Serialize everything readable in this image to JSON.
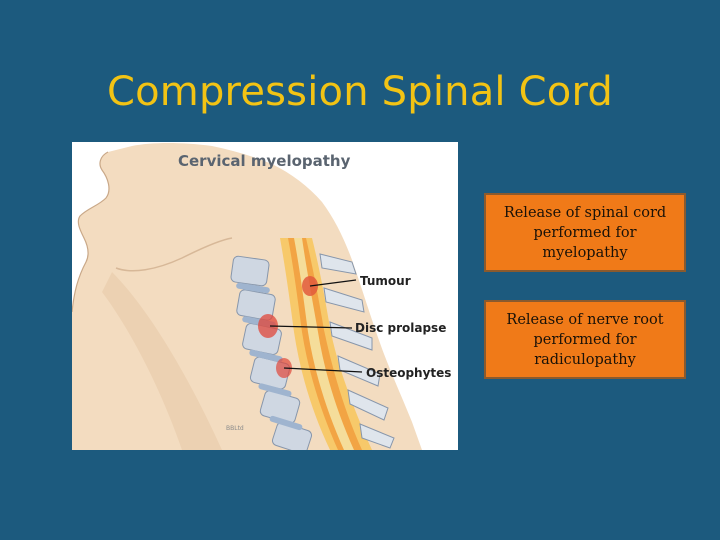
{
  "slide": {
    "title": "Compression Spinal Cord"
  },
  "figure": {
    "heading": "Cervical myelopathy",
    "labels": [
      "Tumour",
      "Disc prolapse",
      "Osteophytes"
    ],
    "credit": "BBLtd"
  },
  "callouts": [
    "Release of spinal cord performed for myelopathy",
    "Release of nerve root performed for radiculopathy"
  ],
  "colors": {
    "background": "#1c5a7e",
    "title": "#f2c314",
    "callout_fill": "#f07a18",
    "callout_border": "#8a5a2e"
  }
}
